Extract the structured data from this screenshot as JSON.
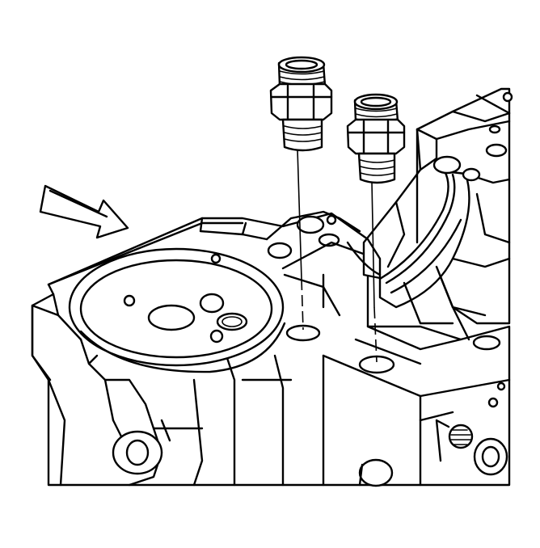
{
  "figure": {
    "background": "#ffffff",
    "line_color": "#000000",
    "parts": [
      "direction-arrow",
      "engine-block",
      "oil-filter-mount",
      "plug-left",
      "plug-right",
      "main-bearing-saddle"
    ]
  }
}
